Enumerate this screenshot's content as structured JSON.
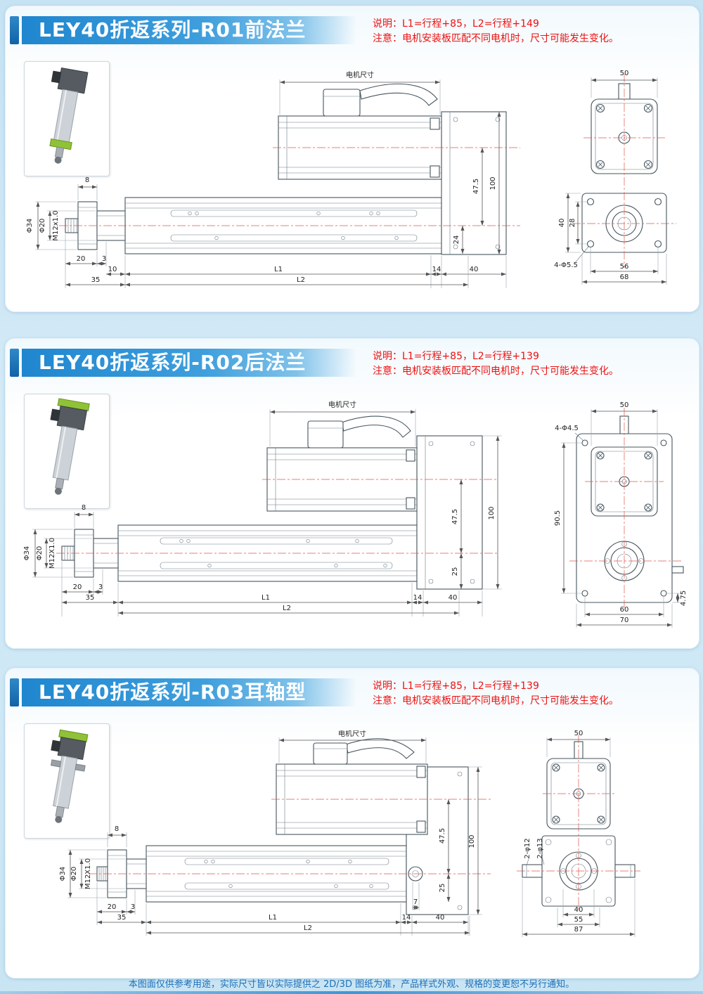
{
  "page": {
    "footer": "本图面仅供参考用途，实际尺寸皆以实际提供之 2D/3D 图纸为准，产品样式外观、规格的变更恕不另行通知。"
  },
  "sections": [
    {
      "id": "R01",
      "title": "LEY40折返系列-R01前法兰",
      "note_spec": "说明：L1=行程+85，L2=行程+149",
      "note_warn": "注意：电机安装板匹配不同电机时，尺寸可能发生变化。",
      "dims": {
        "motor_size": "电机尺寸",
        "flange_w": "8",
        "phi34": "Φ34",
        "phi20": "Φ20",
        "thread": "M12x1.0",
        "d20": "20",
        "d3": "3",
        "d10": "10",
        "L1": "L1",
        "d14": "14",
        "d40": "40",
        "d35": "35",
        "L2": "L2",
        "d24": "24",
        "d47_5": "47.5",
        "d100": "100",
        "e50": "50",
        "e40": "40",
        "e28": "28",
        "holes": "4-Φ5.5",
        "e56": "56",
        "e68": "68"
      }
    },
    {
      "id": "R02",
      "title": "LEY40折返系列-R02后法兰",
      "note_spec": "说明：L1=行程+85，L2=行程+139",
      "note_warn": "注意：电机安装板匹配不同电机时，尺寸可能发生变化。",
      "dims": {
        "motor_size": "电机尺寸",
        "flange_w": "8",
        "phi34": "Φ34",
        "phi20": "Φ20",
        "thread": "M12X1.0",
        "d20": "20",
        "d3": "3",
        "d35": "35",
        "L1": "L1",
        "d14": "14",
        "d40": "40",
        "L2": "L2",
        "d47_5": "47.5",
        "d25": "25",
        "d100": "100",
        "e50": "50",
        "holes": "4-Φ4.5",
        "e90_5": "90.5",
        "e4_75": "4.75",
        "e60": "60",
        "e70": "70"
      }
    },
    {
      "id": "R03",
      "title": "LEY40折返系列-R03耳轴型",
      "note_spec": "说明：L1=行程+85，L2=行程+139",
      "note_warn": "注意：电机安装板匹配不同电机时，尺寸可能发生变化。",
      "dims": {
        "motor_size": "电机尺寸",
        "flange_w": "8",
        "phi34": "Φ34",
        "phi20": "Φ20",
        "thread": "M12X1.0",
        "d20": "20",
        "d3": "3",
        "d7": "7",
        "d35": "35",
        "L1": "L1",
        "d14": "14",
        "d40": "40",
        "L2": "L2",
        "d47_5": "47.5",
        "d25": "25",
        "d100": "100",
        "e50": "50",
        "pin12": "2-φ12",
        "pin13": "2-φ13",
        "e40": "40",
        "e55": "55",
        "e87": "87"
      }
    }
  ]
}
